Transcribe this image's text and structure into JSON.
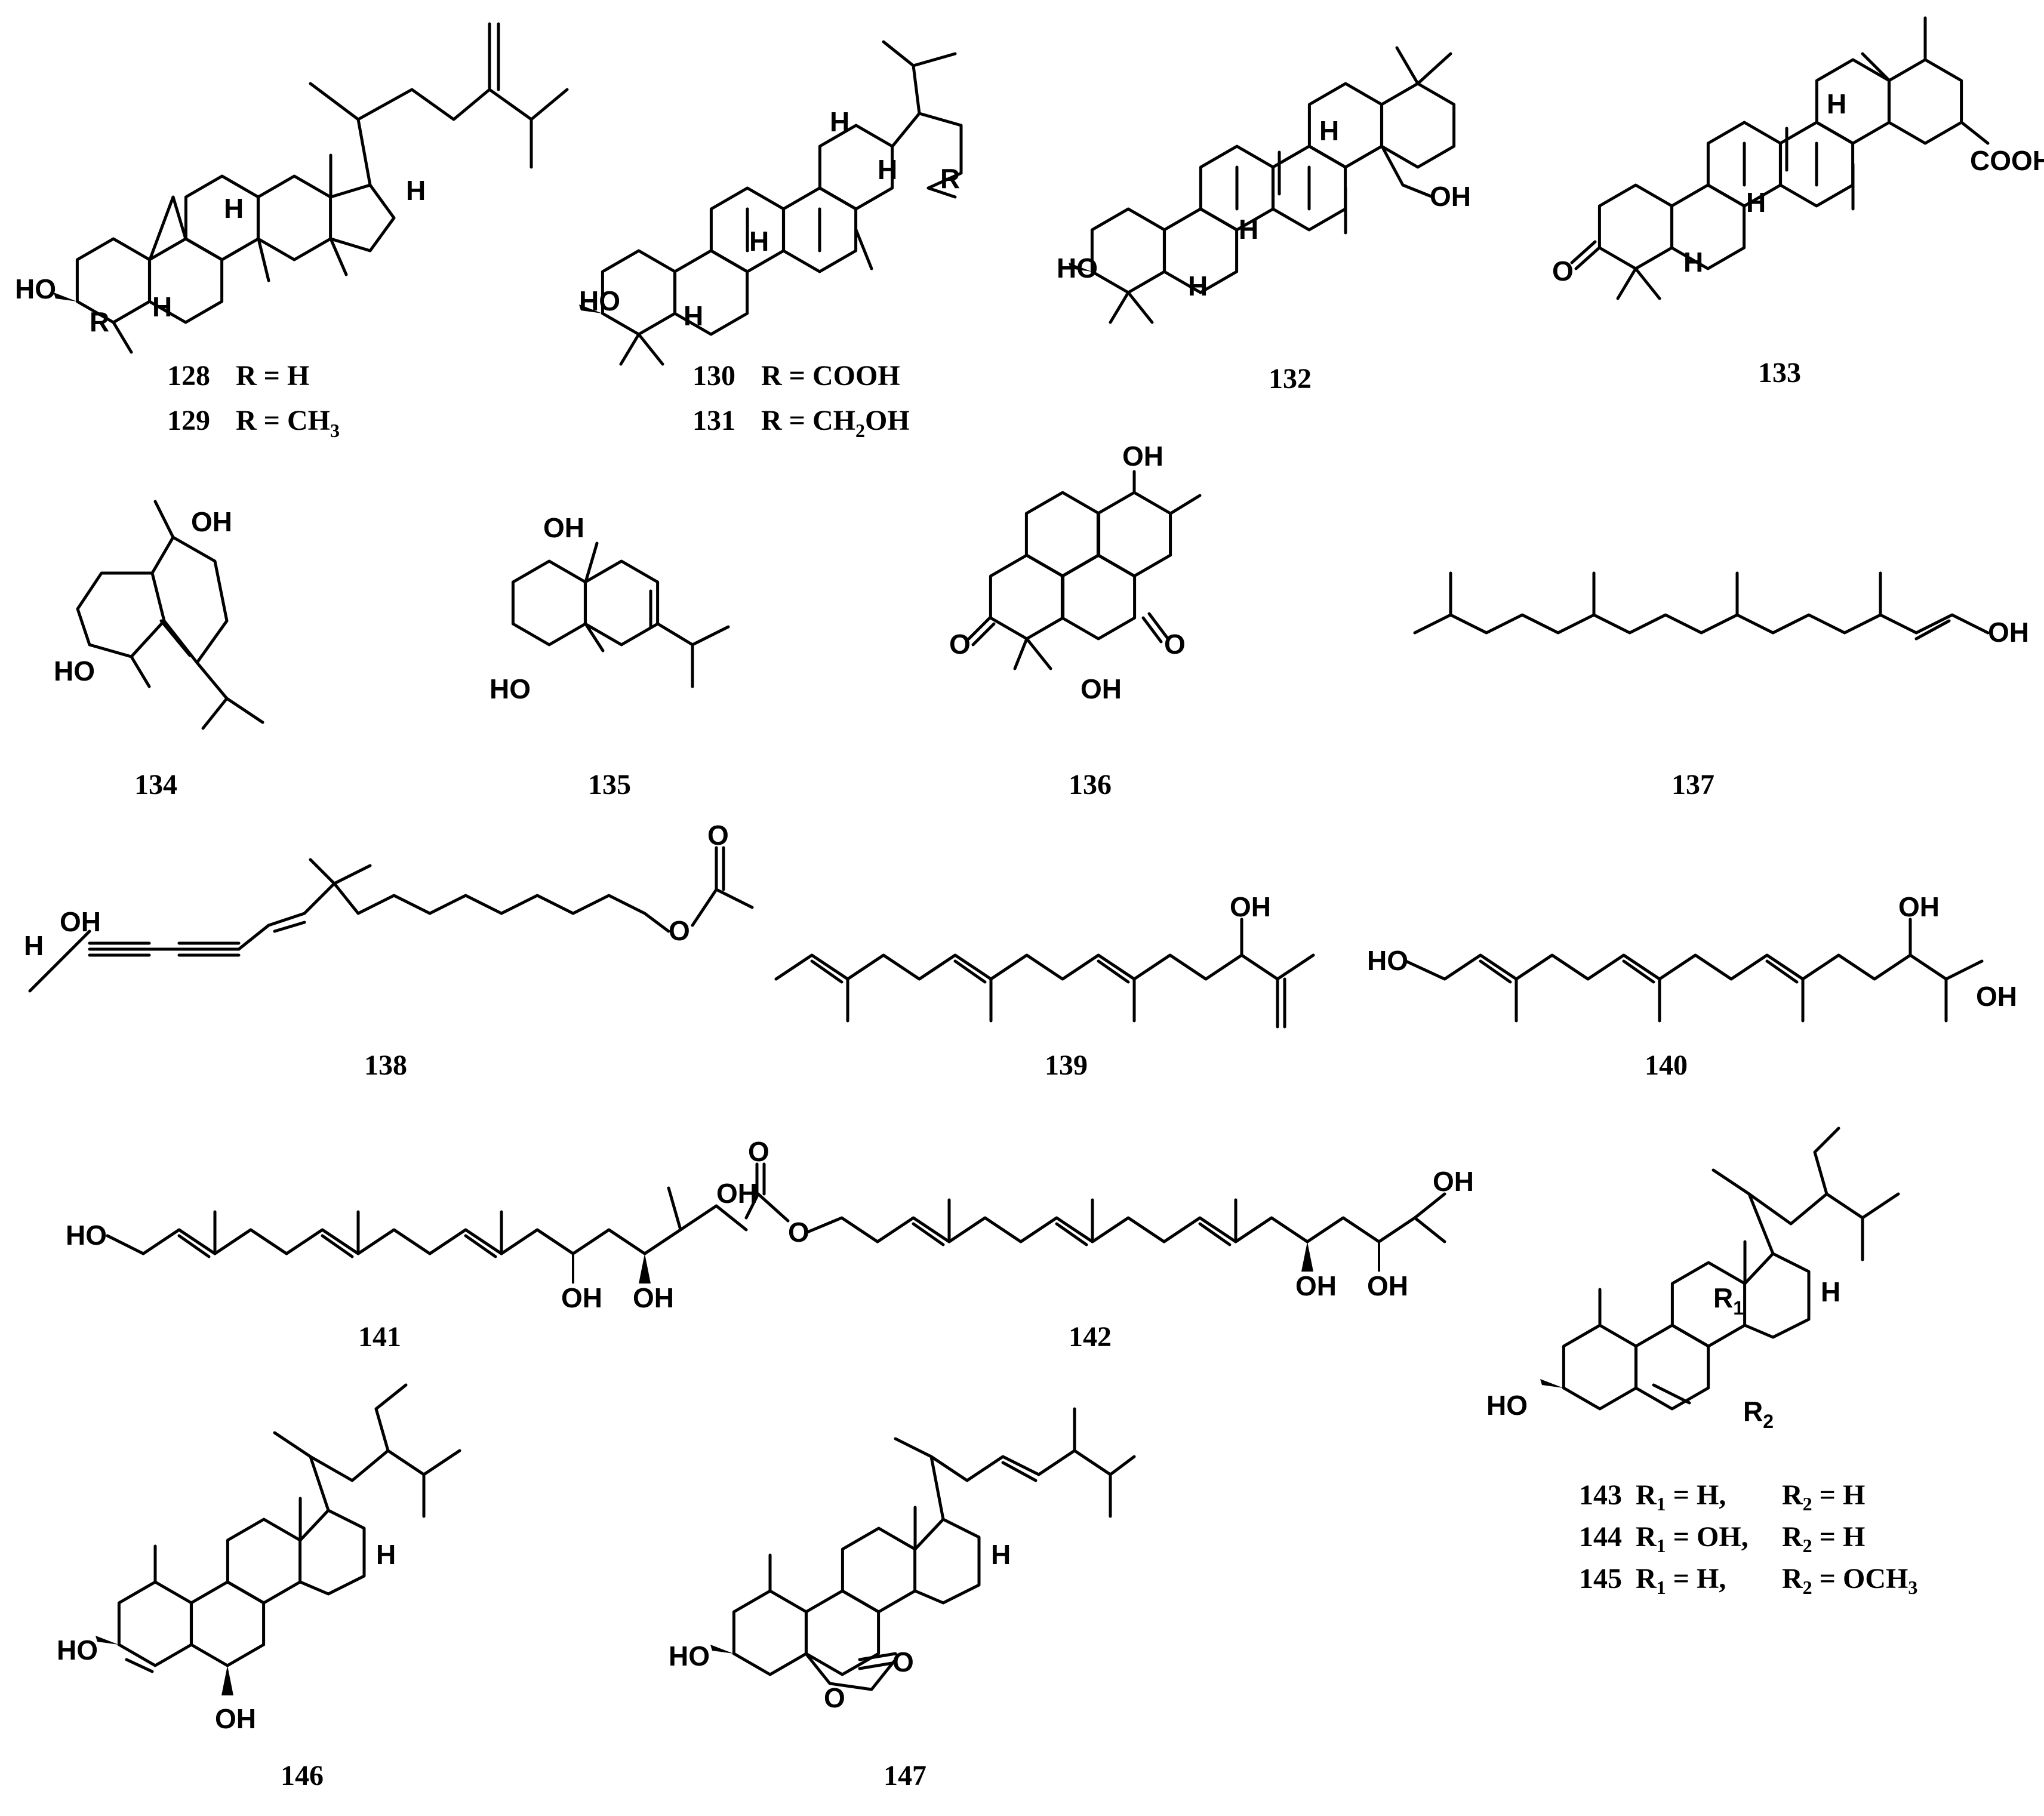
{
  "compounds": [
    {
      "id": "128",
      "r_def": "R = H"
    },
    {
      "id": "129",
      "r_def": "R = CH",
      "r_sub": "3"
    },
    {
      "id": "130",
      "r_def": "R = COOH"
    },
    {
      "id": "131",
      "r_def": "R = CH",
      "r_sub": "2",
      "r_tail": "OH"
    },
    {
      "id": "132"
    },
    {
      "id": "133"
    },
    {
      "id": "134"
    },
    {
      "id": "135"
    },
    {
      "id": "136"
    },
    {
      "id": "137"
    },
    {
      "id": "138"
    },
    {
      "id": "139"
    },
    {
      "id": "140"
    },
    {
      "id": "141"
    },
    {
      "id": "142"
    },
    {
      "id": "143",
      "r1_label": "R",
      "r1_sub": "1",
      "r1_def": " = H,",
      "r2_label": "R",
      "r2_sub": "2",
      "r2_def": " = H"
    },
    {
      "id": "144",
      "r1_label": "R",
      "r1_sub": "1",
      "r1_def": " = OH,",
      "r2_label": "R",
      "r2_sub": "2",
      "r2_def": " = H"
    },
    {
      "id": "145",
      "r1_label": "R",
      "r1_sub": "1",
      "r1_def": " = H,",
      "r2_label": "R",
      "r2_sub": "2",
      "r2_def": " = OCH",
      "r2_def_sub": "3"
    },
    {
      "id": "146"
    },
    {
      "id": "147"
    }
  ],
  "atom_labels": {
    "HO": "HO",
    "OH": "OH",
    "H": "H",
    "R": "R",
    "O": "O",
    "COOH": "COOH",
    "R1": "R",
    "R1_sub": "1",
    "R2": "R",
    "R2_sub": "2"
  }
}
